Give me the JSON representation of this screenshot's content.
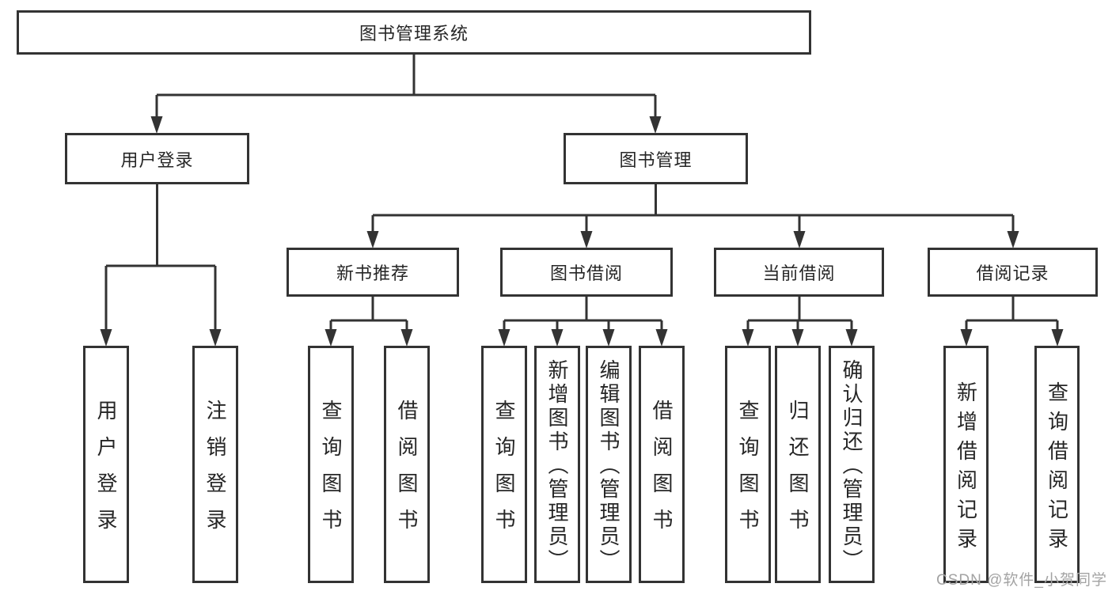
{
  "diagram": {
    "root": "图书管理系统",
    "level2": [
      "用户登录",
      "图书管理"
    ],
    "level3": [
      "新书推荐",
      "图书借阅",
      "当前借阅",
      "借阅记录"
    ],
    "leaves": [
      "用户登录",
      "注销登录",
      "查询图书",
      "借阅图书",
      "查询图书",
      "新增图书（管理员）",
      "编辑图书（管理员）",
      "借阅图书",
      "查询图书",
      "归还图书",
      "确认归还（管理员）",
      "新增借阅记录",
      "查询借阅记录"
    ]
  },
  "watermark": "CSDN @软件_小贺同学",
  "colors": {
    "line": "#333333",
    "box_border": "#333333",
    "text": "#262626",
    "watermark": "#a3a3a3",
    "background": "#ffffff"
  }
}
